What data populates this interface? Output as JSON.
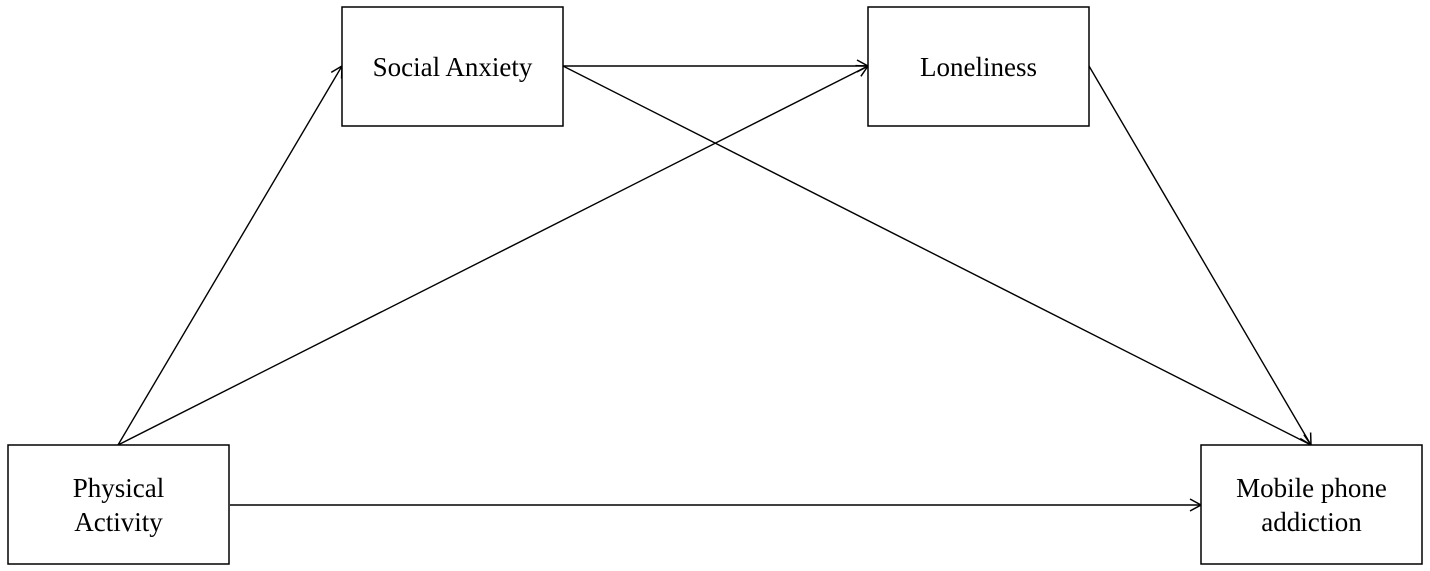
{
  "diagram": {
    "nodes": {
      "social_anxiety": {
        "lines": [
          "Social Anxiety"
        ]
      },
      "loneliness": {
        "lines": [
          "Loneliness"
        ]
      },
      "physical_activity": {
        "lines": [
          "Physical",
          "Activity"
        ]
      },
      "mobile_phone_addiction": {
        "lines": [
          "Mobile phone",
          "addiction"
        ]
      }
    },
    "edges": [
      {
        "from": "physical_activity",
        "to": "social_anxiety"
      },
      {
        "from": "physical_activity",
        "to": "loneliness"
      },
      {
        "from": "physical_activity",
        "to": "mobile_phone_addiction"
      },
      {
        "from": "social_anxiety",
        "to": "loneliness"
      },
      {
        "from": "social_anxiety",
        "to": "mobile_phone_addiction"
      },
      {
        "from": "loneliness",
        "to": "mobile_phone_addiction"
      }
    ]
  }
}
